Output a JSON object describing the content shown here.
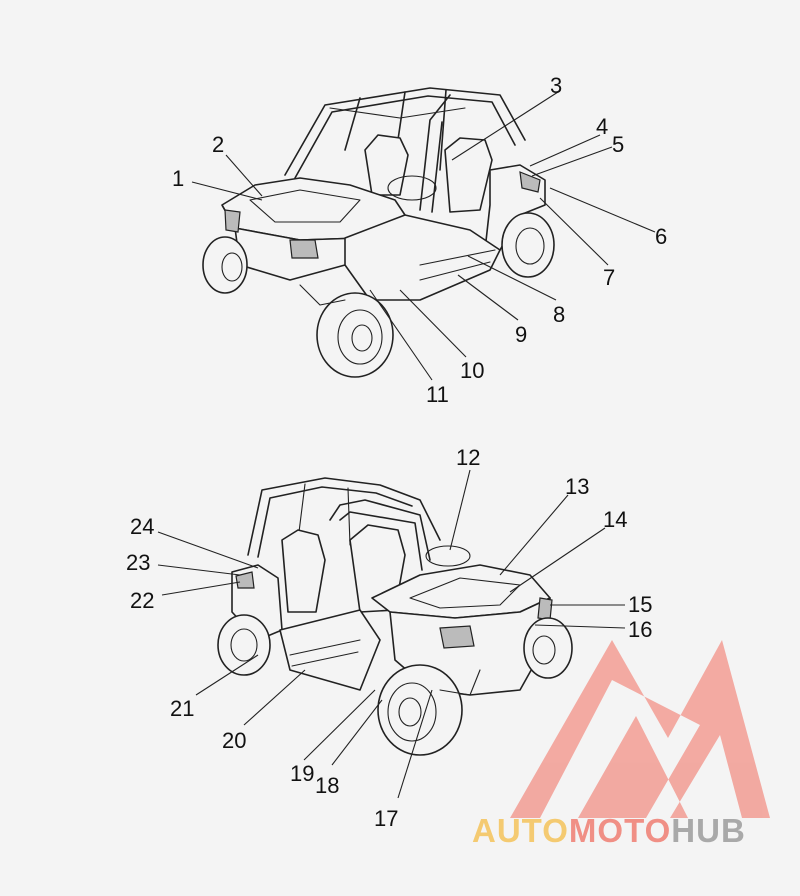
{
  "callouts": [
    {
      "id": "1",
      "label": "1"
    },
    {
      "id": "2",
      "label": "2"
    },
    {
      "id": "3",
      "label": "3"
    },
    {
      "id": "4",
      "label": "4"
    },
    {
      "id": "5",
      "label": "5"
    },
    {
      "id": "6",
      "label": "6"
    },
    {
      "id": "7",
      "label": "7"
    },
    {
      "id": "8",
      "label": "8"
    },
    {
      "id": "9",
      "label": "9"
    },
    {
      "id": "10",
      "label": "10"
    },
    {
      "id": "11",
      "label": "11"
    },
    {
      "id": "12",
      "label": "12"
    },
    {
      "id": "13",
      "label": "13"
    },
    {
      "id": "14",
      "label": "14"
    },
    {
      "id": "15",
      "label": "15"
    },
    {
      "id": "16",
      "label": "16"
    },
    {
      "id": "17",
      "label": "17"
    },
    {
      "id": "18",
      "label": "18"
    },
    {
      "id": "19",
      "label": "19"
    },
    {
      "id": "20",
      "label": "20"
    },
    {
      "id": "21",
      "label": "21"
    },
    {
      "id": "22",
      "label": "22"
    },
    {
      "id": "23",
      "label": "23"
    },
    {
      "id": "24",
      "label": "24"
    }
  ],
  "watermark": {
    "part1": "AUTO",
    "part2": "MOTO",
    "part3": "HUB",
    "color_yellow": "#f5c86a",
    "color_red": "#f08a80",
    "color_gray": "#a6a6a6"
  }
}
